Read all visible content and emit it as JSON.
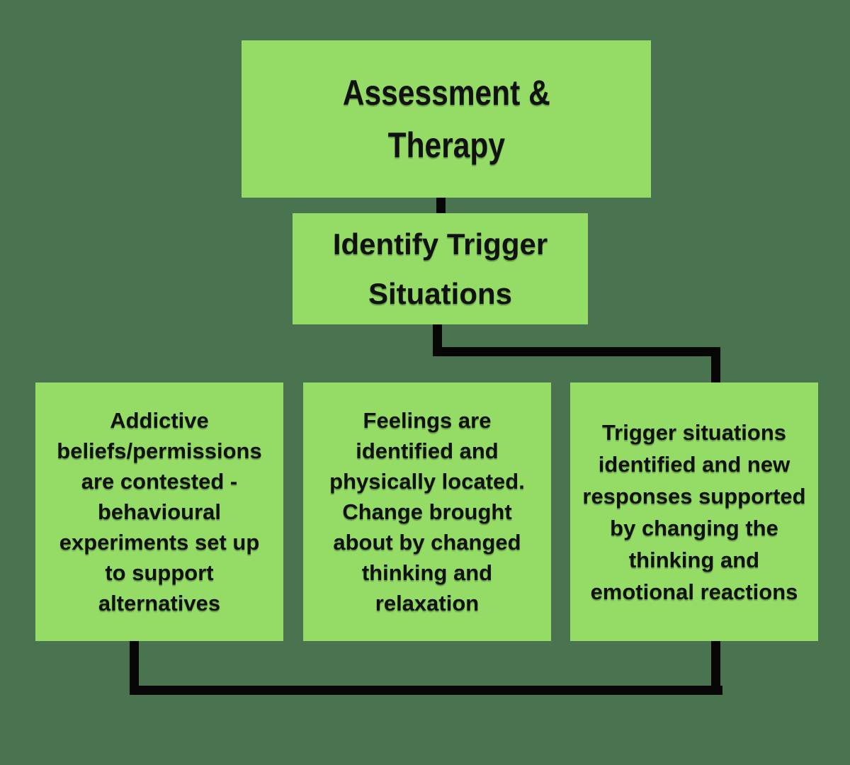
{
  "colors": {
    "background": "#4a7350",
    "box_fill": "#95dc66",
    "connector": "#060606",
    "text": "#111111"
  },
  "diagram": {
    "title_node": "Assessment & Therapy",
    "nodes": [
      {
        "id": "assessment",
        "label": "Assessment &\nTherapy"
      },
      {
        "id": "identify",
        "label": "Identify Trigger\nSituations"
      },
      {
        "id": "addictive",
        "label": "Addictive\nbeliefs/permissions\nare contested -\nbehavioural\nexperiments set up\nto support\nalternatives"
      },
      {
        "id": "feelings",
        "label": "Feelings are\nidentified and\nphysically located.\nChange brought\nabout by changed\nthinking and\nrelaxation"
      },
      {
        "id": "trigger",
        "label": "Trigger situations\nidentified and new\nresponses supported\nby changing the\nthinking and\nemotional reactions"
      }
    ],
    "edges": [
      {
        "from": "assessment",
        "to": "identify",
        "route": "straight-down"
      },
      {
        "from": "identify",
        "to": "trigger",
        "route": "down-right-down into top of trigger box"
      },
      {
        "from": "addictive",
        "to": "trigger",
        "route": "down from addictive bottom, right along bottom, up into trigger bottom"
      }
    ]
  }
}
